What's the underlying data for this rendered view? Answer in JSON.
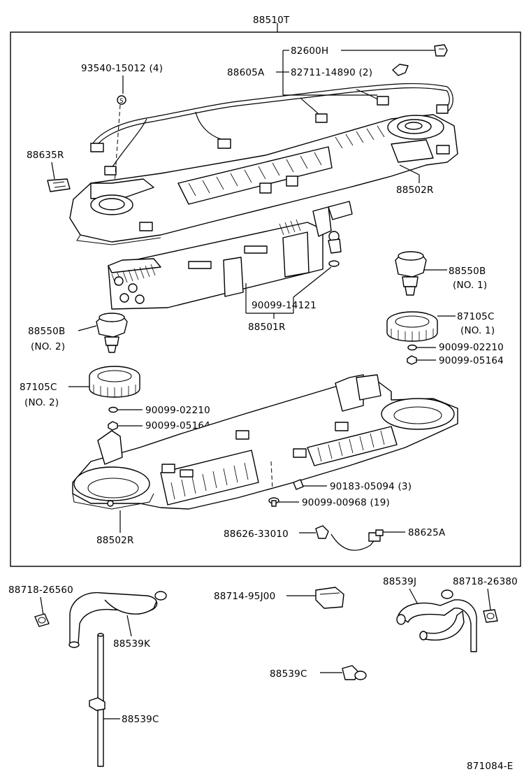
{
  "diagram": {
    "assembly_label": "88510T",
    "figure_code": "871084-E",
    "labels": {
      "p82600H": "82600H",
      "p88605A": "88605A",
      "p82711": "82711-14890 (2)",
      "p93540": "93540-15012 (4)",
      "p88635R": "88635R",
      "p88502R_top": "88502R",
      "p88550B_no1": "88550B",
      "p88550B_no1_sub": "(NO. 1)",
      "p90099_14121": "90099-14121",
      "p88501R": "88501R",
      "p87105C_no1": "87105C",
      "p87105C_no1_sub": "(NO. 1)",
      "p90099_02210_r": "90099-02210",
      "p90099_05164_r": "90099-05164",
      "p88550B_no2": "88550B",
      "p88550B_no2_sub": "(NO. 2)",
      "p87105C_no2": "87105C",
      "p87105C_no2_sub": "(NO. 2)",
      "p90099_02210_l": "90099-02210",
      "p90099_05164_l": "90099-05164",
      "p90183": "90183-05094 (3)",
      "p90099_00968": "90099-00968 (19)",
      "p88502R_bottom": "88502R",
      "p88626": "88626-33010",
      "p88625A": "88625A",
      "p88718_26560": "88718-26560",
      "p88539K": "88539K",
      "p88714": "88714-95J00",
      "p88539J": "88539J",
      "p88718_26380": "88718-26380",
      "p88539C_mid": "88539C",
      "p88539C_bottom": "88539C"
    }
  }
}
